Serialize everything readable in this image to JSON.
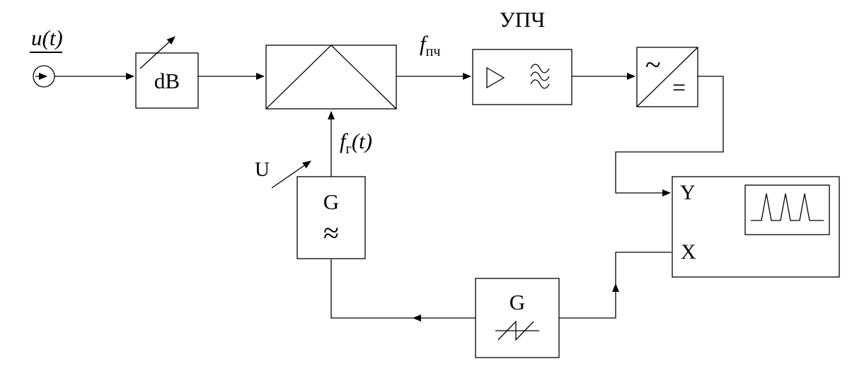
{
  "labels": {
    "source": "u(t)",
    "attenuator": "dB",
    "if_amp_title": "УПЧ",
    "if_freq_base": "f",
    "if_freq_sub": "пч",
    "lo_freq_base": "f",
    "lo_freq_sub": "г",
    "lo_freq_arg": "(t)",
    "vco_letter": "G",
    "vco_waveform": "≈",
    "vco_control": "U",
    "sweep_letter": "G",
    "detector_ac": "~",
    "detector_dc": "=",
    "scope_y_input": "Y",
    "scope_x_input": "X"
  },
  "icons": {
    "signal_source": "circle-with-arrow",
    "attenuator_variable": "diagonal-arrow",
    "vco_variable": "diagonal-arrow",
    "mixer": "rect-with-peak-diagonals",
    "amplifier": "right-triangle-outline",
    "bandpass_filter": "triple-wavy-lines",
    "detector": "ac-dc-diagonal-split",
    "scope_screen": "three-pulse-waveform",
    "sweep_waveform": "sawtooth"
  },
  "colors": {
    "stroke": "#000000",
    "background": "#ffffff"
  }
}
